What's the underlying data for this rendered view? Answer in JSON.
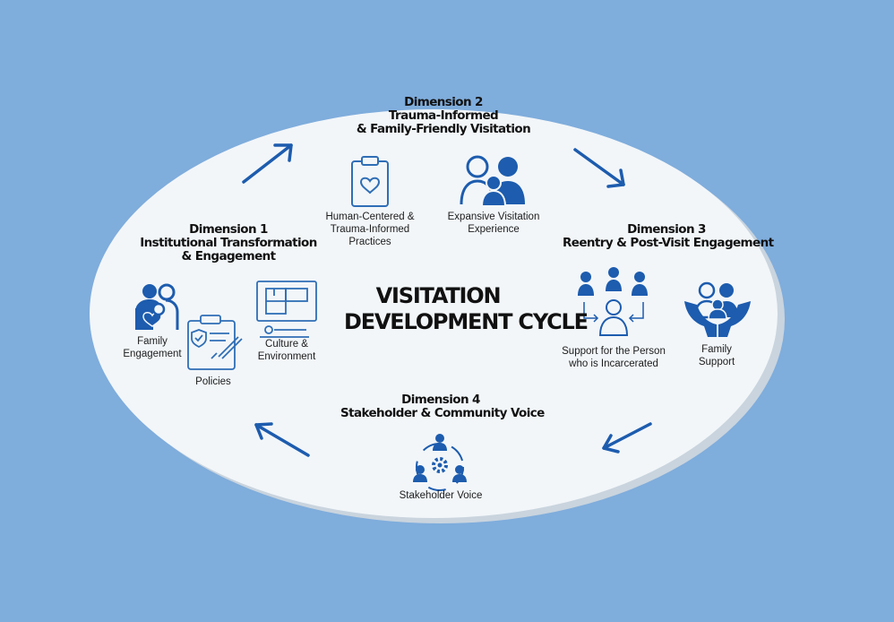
{
  "center": {
    "line1": "VISITATION",
    "line2": "DEVELOPMENT CYCLE"
  },
  "dimension1": {
    "heading": "Dimension 1",
    "title_line1": "Institutional Transformation",
    "title_line2": "& Engagement",
    "items": [
      {
        "line1": "Family",
        "line2": "Engagement",
        "icon": "family-engagement-icon"
      },
      {
        "line1": "Policies",
        "line2": "",
        "icon": "policies-icon"
      },
      {
        "line1": "Culture &",
        "line2": "Environment",
        "icon": "culture-environment-icon"
      }
    ]
  },
  "dimension2": {
    "heading": "Dimension 2",
    "title_line1": "Trauma-Informed",
    "title_line2": "& Family-Friendly Visitation",
    "items": [
      {
        "line1": "Human-Centered &",
        "line2": "Trauma-Informed",
        "line3": "Practices",
        "icon": "clipboard-heart-icon"
      },
      {
        "line1": "Expansive  Visitation",
        "line2": "Experience",
        "icon": "family-group-icon"
      }
    ]
  },
  "dimension3": {
    "heading": "Dimension 3",
    "title_line1": "Reentry & Post-Visit Engagement",
    "items": [
      {
        "line1": "Support for the Person",
        "line2": "who is Incarcerated",
        "icon": "support-network-icon"
      },
      {
        "line1": "Family",
        "line2": "Support",
        "icon": "family-support-hands-icon"
      }
    ]
  },
  "dimension4": {
    "heading": "Dimension 4",
    "title_line1": "Stakeholder & Community Voice",
    "items": [
      {
        "line1": "Stakeholder Voice",
        "icon": "stakeholder-gear-icon"
      }
    ]
  },
  "colors": {
    "background": "#7faddc",
    "ellipse": "#f2f6f9",
    "icon_blue": "#1d5cae",
    "outline_blue": "#2f6eb6"
  }
}
